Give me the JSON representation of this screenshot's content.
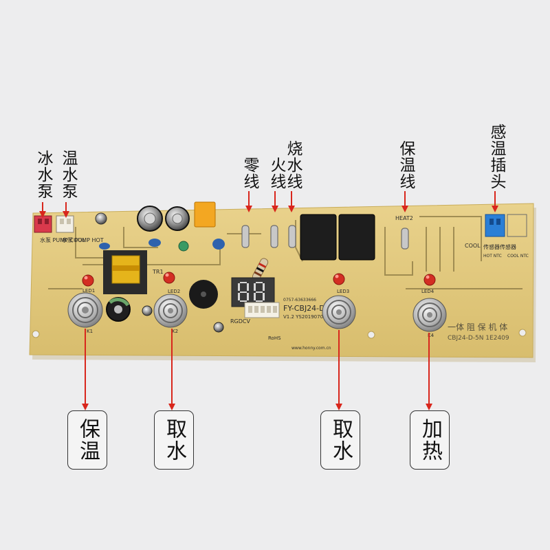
{
  "labels": {
    "ice_pump": "冰水泵",
    "warm_pump": "温水泵",
    "neutral_wire": "零线",
    "live_wire": "火线",
    "boil_wire": "烧水线",
    "keep_warm_wire": "保温线",
    "sensor_plug": "感温插头",
    "btn_keep_warm": "保温",
    "btn_take_water_1": "取水",
    "btn_take_water_2": "取水",
    "btn_heat": "加热"
  },
  "silkscreen": {
    "pump_cool": "水泵 PUMP COOL",
    "pump_hot": "水泵 PUMP HOT",
    "board_model": "FY-CBJ24-D",
    "board_version": "V1.2 YS20190701",
    "heat_label": "HEAT2",
    "cool_label": "COOL",
    "sensor_hot": "HOT NTC",
    "sensor_cool": "COOL NTC",
    "sensor_cn": "传感器传感器",
    "website": "www.honny.com.cn",
    "phone": "0757-63633666",
    "connector": "RGDCV",
    "led1": "LED1",
    "led2": "LED2",
    "led3": "LED3",
    "led4": "LED4",
    "k1": "K1",
    "k2": "K2",
    "k4": "K4",
    "tr": "TR1",
    "rohs": "RoHS",
    "stamp": "一体 阻 保 机 体",
    "batch": "CBJ24-D-5N 1E2409"
  },
  "colors": {
    "board": "#e2c87c",
    "trace": "#8a7842",
    "arrow": "#d8261c",
    "ice_pump_connector": "#d9394c",
    "sensor_connector": "#2b7fd6"
  }
}
